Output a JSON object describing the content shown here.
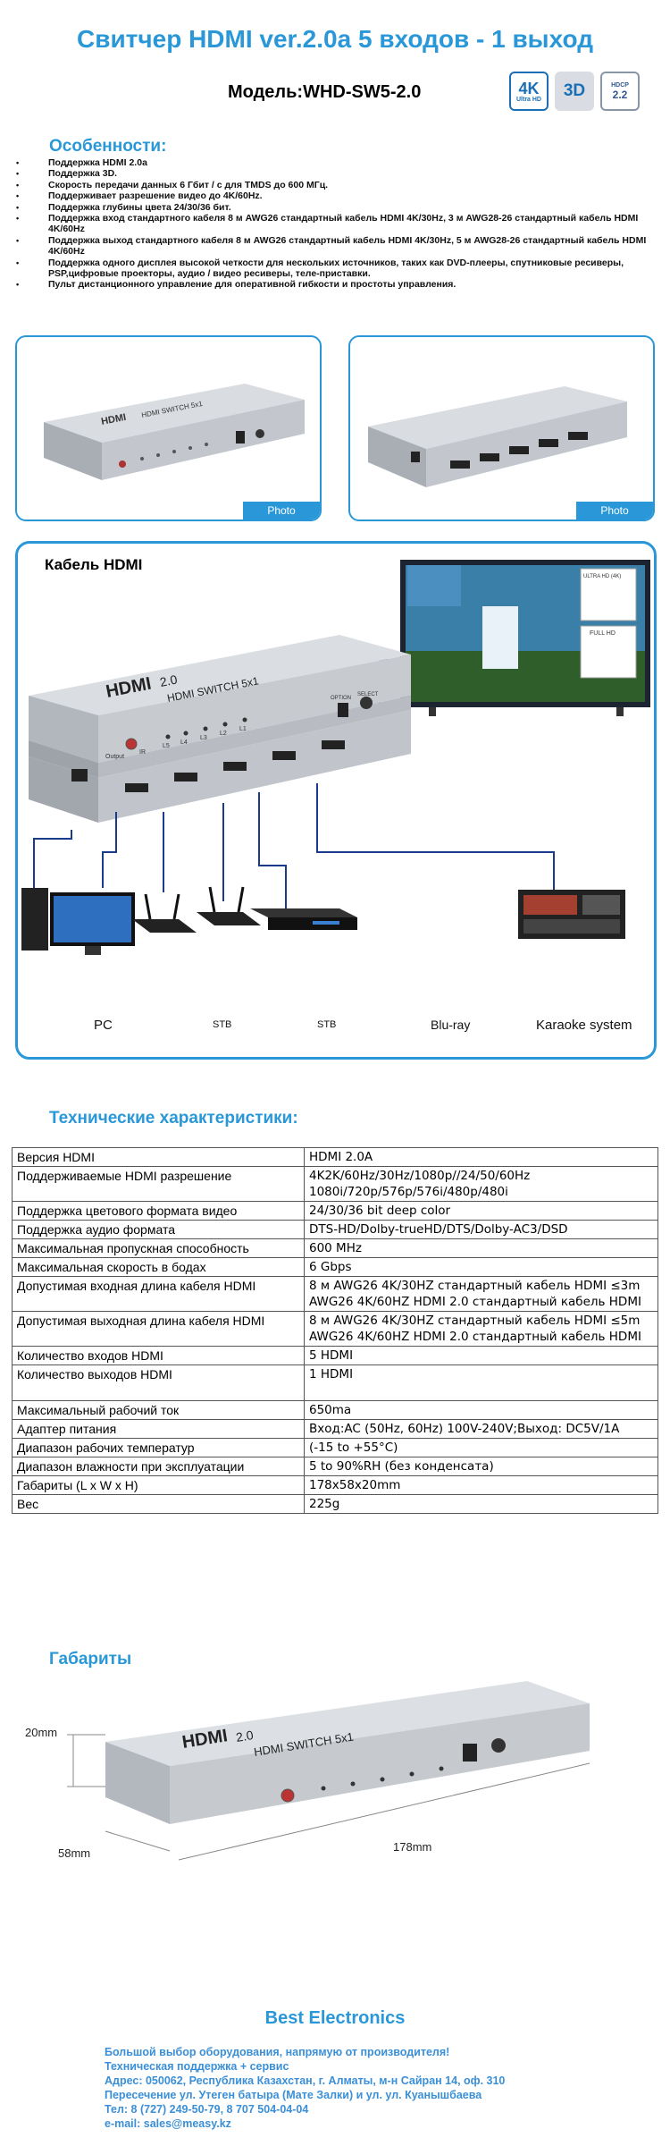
{
  "header": {
    "title": "Свитчер HDMI ver.2.0a  5 входов - 1 выход",
    "model": "Модель:WHD-SW5-2.0",
    "badges": {
      "uhd_big": "4K",
      "uhd_small": "Ultra HD",
      "threed": "3D",
      "hdcp_small": "HDCP",
      "hdcp_big": "2.2"
    }
  },
  "features": {
    "heading": "Особенности:",
    "items": [
      "Поддержка HDMI 2.0a",
      "Поддержка 3D.",
      "Скорость передачи данных 6 Гбит / с для TMDS до 600 МГц.",
      "Поддерживает разрешение видео до 4K/60Hz.",
      "Поддержка глубины цвета 24/30/36 бит.",
      "Поддержка вход стандартного кабеля 8 м AWG26  стандартный кабель HDMI  4K/30Hz, 3 м AWG28-26  стандартный кабель  HDMI  4K/60Hz",
      "Поддержка выход стандартного кабеля 8 м AWG26  стандартный кабель HDMI  4K/30Hz, 5 м AWG28-26  стандартный кабель  HDMI  4K/60Hz",
      "Поддержка одного дисплея высокой четкости для нескольких источников, таких как DVD-плееры, спутниковые ресиверы, PSP,цифровые проекторы, аудио / видео ресиверы, теле-приставки.",
      "Пульт дистанционного управление для оперативной гибкости и простоты управления."
    ]
  },
  "photos": {
    "tag": "Photo",
    "front_logo": "HDMI",
    "front_text": "HDMI SWITCH 5x1"
  },
  "diagram": {
    "cable_label": "Кабель HDMI",
    "tv_badges": [
      "ULTRA HD (4K)",
      "FULL HD"
    ],
    "device_logo": "HDMI",
    "device_ver": "2.0",
    "device_text": "HDMI  SWITCH  5x1",
    "panel_labels": [
      "Output",
      "IR",
      "L5",
      "L4",
      "L3",
      "L2",
      "L1"
    ],
    "button_labels": [
      "OPTION",
      "SELECT"
    ],
    "devices": [
      "PC",
      "STB",
      "STB",
      "Blu-ray",
      "Karaoke system"
    ]
  },
  "specs": {
    "heading": "Технические характеристики:",
    "rows": [
      [
        "Версия HDMI",
        "HDMI 2.0A"
      ],
      [
        "Поддерживаемые HDMI разрешение",
        "4K2K/60Hz/30Hz/1080p//24/50/60Hz 1080i/720p/576p/576i/480p/480i"
      ],
      [
        "Поддержка цветового формата видео",
        "24/30/36 bit deep color"
      ],
      [
        "Поддержка аудио формата",
        "DTS-HD/Dolby-trueHD/DTS/Dolby-AC3/DSD"
      ],
      [
        "Максимальная пропускная способность",
        "600 MHz"
      ],
      [
        "Максимальная скорость в бодах",
        "6 Gbps"
      ],
      [
        "Допустимая входная длина кабеля HDMI",
        "8 м AWG26 4K/30HZ  стандартный кабель HDMI ≤3m  AWG26 4K/60HZ HDMI 2.0  стандартный кабель HDMI"
      ],
      [
        "Допустимая выходная длина кабеля HDMI",
        "8 м AWG26 4K/30HZ стандартный кабель HDMI ≤5m  AWG26 4K/60HZ HDMI 2.0  стандартный кабель HDMI"
      ],
      [
        "Количество входов HDMI",
        "5 HDMI"
      ],
      [
        "Количество выходов HDMI",
        "1 HDMI"
      ],
      [
        "Максимальный рабочий ток",
        "650ma"
      ],
      [
        "Адаптер питания",
        "Вход:AC (50Hz, 60Hz) 100V-240V;Выход: DC5V/1A"
      ],
      [
        "Диапазон рабочих температур",
        "(-15 to +55°C)"
      ],
      [
        "Диапазон влажности при эксплуатации",
        "5 to 90%RH (без конденсата)"
      ],
      [
        "Габариты (L x W x H)",
        "178x58x20mm"
      ],
      [
        "Вес",
        "225g"
      ]
    ]
  },
  "dimensions": {
    "heading": "Габариты",
    "height": "20mm",
    "width": "58mm",
    "length": "178mm"
  },
  "footer": {
    "heading": "Best Electronics",
    "lines": [
      "Большой выбор оборудования, напрямую от производителя!",
      "Техническая поддержка + сервис",
      "Адрес: 050062, Республика Казахстан, г. Алматы, м-н Сайран 14, оф. 310",
      "Пересечение ул. Утеген батыра (Мате Залки) и ул. ул. Куанышбаева",
      "Тел: 8 (727) 249-50-79, 8 707 504-04-04",
      "e-mail: sales@measy.kz"
    ]
  },
  "colors": {
    "accent": "#2a98d8",
    "device_body": "#b7bcc3",
    "footer_text": "#3b8fd6"
  }
}
